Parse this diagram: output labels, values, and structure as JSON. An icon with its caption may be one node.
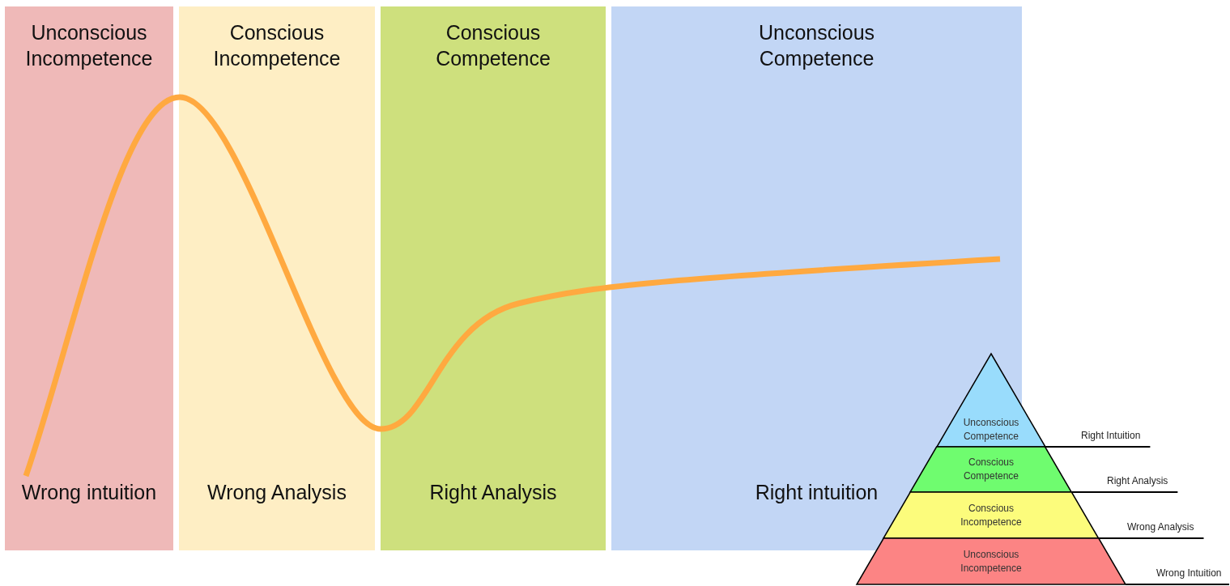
{
  "diagram": {
    "nodes": [
      {
        "text": [
          "Unconscious Incompetence",
          "Wrong intuition"
        ]
      },
      {
        "text": [
          "Conscious Incompetence",
          "Wrong Analysis"
        ]
      },
      {
        "text": [
          "Conscious Competence",
          "Right Analysis"
        ]
      },
      {
        "text": [
          "Unconscious Competence",
          "Right intuition"
        ]
      },
      {
        "text": [
          "Unconscious Competence"
        ]
      },
      {
        "text": [
          "Conscious Competence"
        ]
      },
      {
        "text": [
          "Conscious Incompetence"
        ]
      },
      {
        "text": [
          "Unconscious Incompetence"
        ]
      },
      {
        "text": [
          "Right Intuition"
        ]
      },
      {
        "text": [
          "Right Analysis"
        ]
      },
      {
        "text": [
          "Wrong Analysis"
        ]
      },
      {
        "text": [
          "Wrong Intuition"
        ]
      }
    ],
    "edges": [
      {
        "from": 8,
        "to": 4,
        "arrow": "none"
      },
      {
        "from": 9,
        "to": 5,
        "arrow": "none"
      },
      {
        "from": 10,
        "to": 6,
        "arrow": "none"
      },
      {
        "from": 11,
        "to": 7,
        "arrow": "none"
      }
    ]
  }
}
